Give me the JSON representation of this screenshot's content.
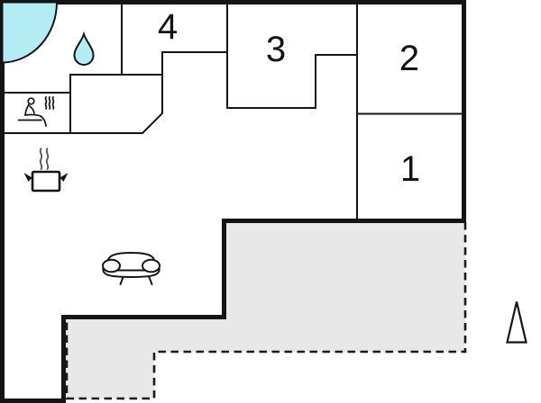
{
  "plan": {
    "type": "floor-plan",
    "rooms": [
      {
        "label": "1"
      },
      {
        "label": "2"
      },
      {
        "label": "3"
      },
      {
        "label": "4"
      }
    ],
    "colors": {
      "wall": "#141414",
      "water": "#b4ecf4",
      "terrace": "#e8e8e8",
      "background": "#ffffff"
    },
    "icons": {
      "bathtub": "corner-bathtub",
      "drop": "water-drop",
      "sauna": "sauna-person-with-steam",
      "stove": "cooking-pot-with-steam",
      "sofa": "sofa",
      "north": "north-arrow"
    }
  }
}
